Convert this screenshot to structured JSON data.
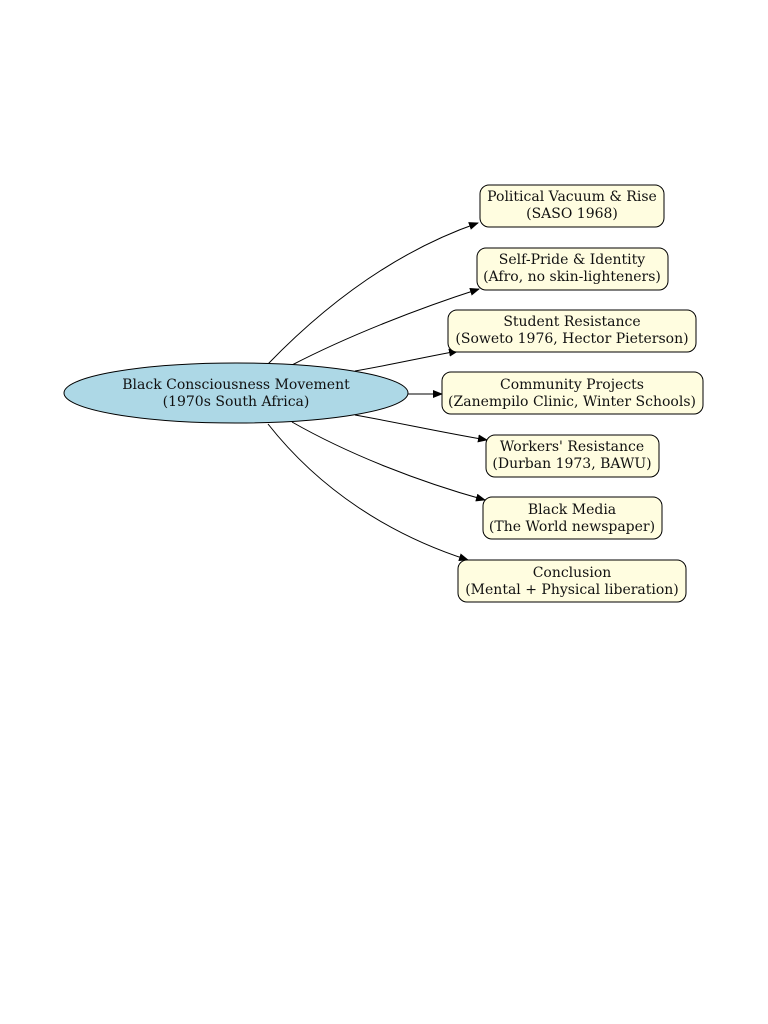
{
  "diagram": {
    "colors": {
      "root_fill": "#add8e6",
      "child_fill": "#fffde0",
      "stroke": "#000000"
    },
    "root": {
      "line1": "Black Consciousness Movement",
      "line2": "(1970s South Africa)"
    },
    "children": [
      {
        "id": "political",
        "line1": "Political Vacuum & Rise",
        "line2": "(SASO 1968)"
      },
      {
        "id": "selfpride",
        "line1": "Self-Pride & Identity",
        "line2": "(Afro, no skin-lighteners)"
      },
      {
        "id": "student",
        "line1": "Student Resistance",
        "line2": "(Soweto 1976, Hector Pieterson)"
      },
      {
        "id": "community",
        "line1": "Community Projects",
        "line2": "(Zanempilo Clinic, Winter Schools)"
      },
      {
        "id": "workers",
        "line1": "Workers' Resistance",
        "line2": "(Durban 1973, BAWU)"
      },
      {
        "id": "media",
        "line1": "Black Media",
        "line2": "(The World newspaper)"
      },
      {
        "id": "conclusion",
        "line1": "Conclusion",
        "line2": "(Mental + Physical liberation)"
      }
    ]
  }
}
